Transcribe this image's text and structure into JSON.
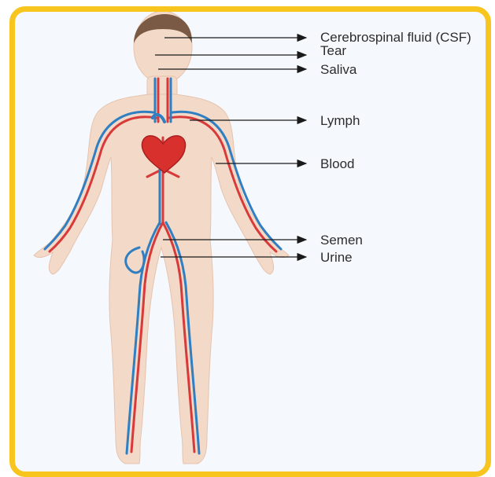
{
  "labels": {
    "csf": "Cerebrospinal fluid (CSF)",
    "tear": "Tear",
    "saliva": "Saliva",
    "lymph": "Lymph",
    "blood": "Blood",
    "semen": "Semen",
    "urine": "Urine"
  },
  "colors": {
    "frame_border": "#f7c51d",
    "background": "#f5f8fd",
    "skin": "#f3d9c8",
    "hair": "#7a5a44",
    "artery": "#d83a3a",
    "vein": "#2f7fc2",
    "heart": "#d8302c",
    "arrow": "#1a1a1a"
  }
}
